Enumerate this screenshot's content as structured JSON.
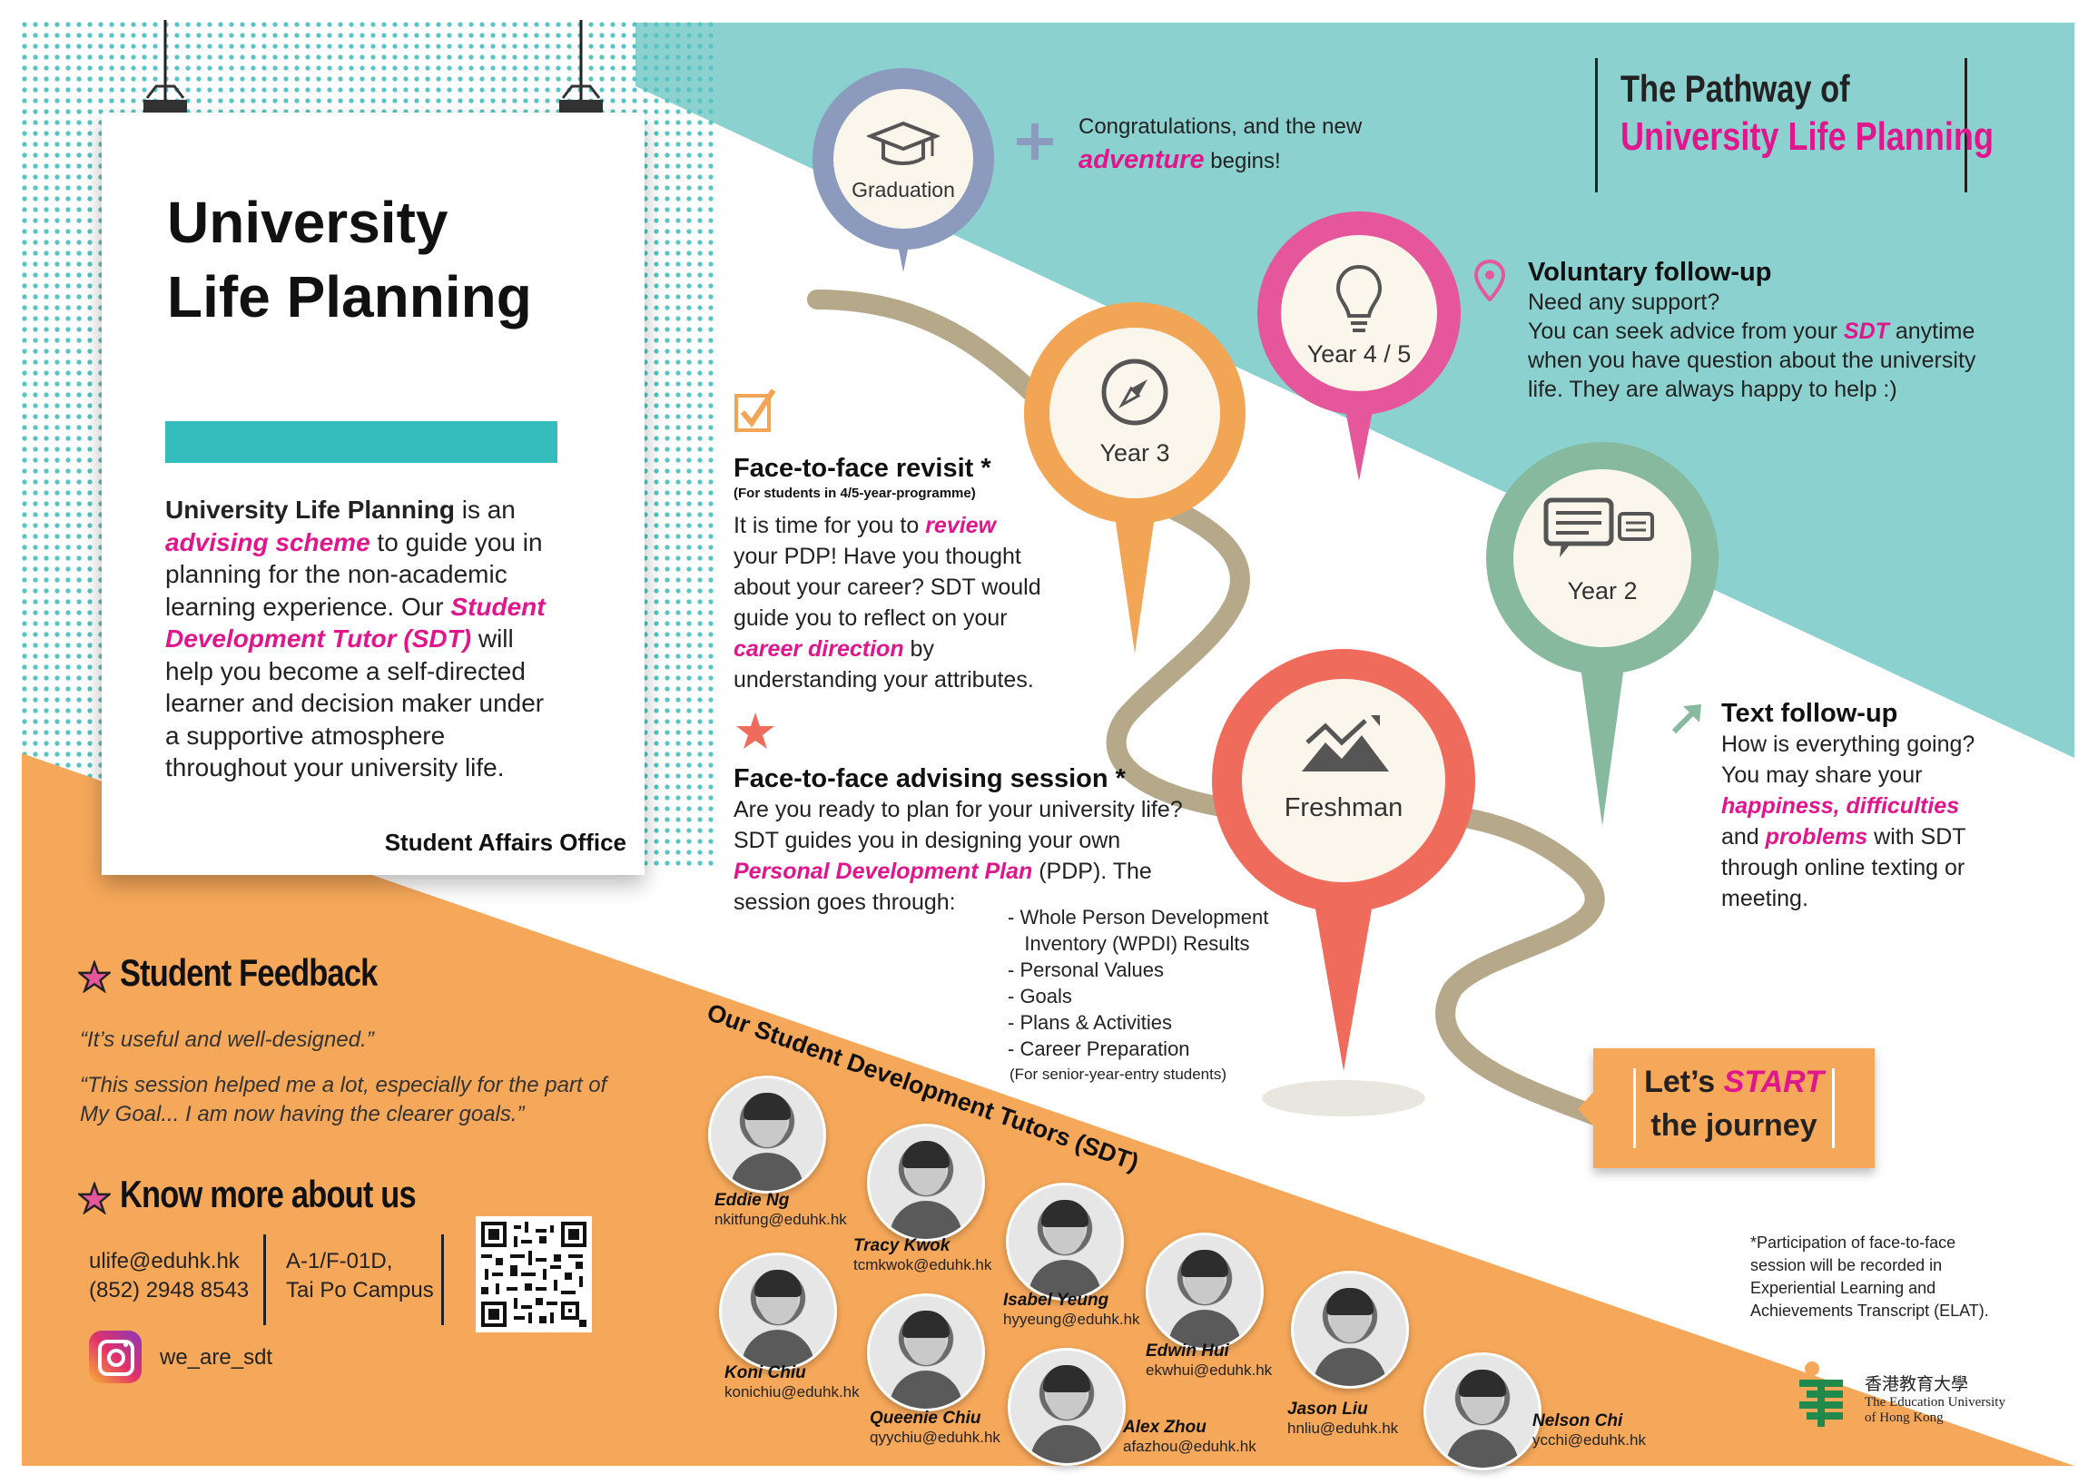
{
  "poster": {
    "title": "University Life Planning",
    "intro_bold": "University Life Planning",
    "intro_1": " is an ",
    "intro_hl1": "advising scheme",
    "intro_2": " to guide you in planning for the non-academic learning experience. Our ",
    "intro_hl2": "Student Development Tutor (SDT)",
    "intro_3": " will help you become a self-directed learner and decision maker under a supportive atmosphere throughout your university life.",
    "office": "Student Affairs Office"
  },
  "header": {
    "line1": "The Pathway of",
    "line2": "University Life Planning"
  },
  "pins": {
    "graduation": "Graduation",
    "year45": "Year 4 / 5",
    "year3": "Year 3",
    "year2": "Year 2",
    "freshman": "Freshman"
  },
  "congrats": {
    "line1": "Congratulations, and the new",
    "hl": "adventure",
    "line2_rest": " begins!"
  },
  "voluntary": {
    "title": "Voluntary follow-up",
    "line1": "Need any support?",
    "line2a": "You can seek advice from your ",
    "line2hl": "SDT",
    "line2b": " anytime",
    "line3": "when you have question about the university",
    "line4": "life. They are always happy to help :)"
  },
  "revisit": {
    "title": "Face-to-face revisit *",
    "subtitle": "(For students in 4/5-year-programme)",
    "l1a": "It is time for you to ",
    "l1hl": "review",
    "l2": "your PDP! Have you thought",
    "l3": "about your career? SDT would",
    "l4": "guide you to reflect on your",
    "l5hl": "career direction",
    "l5b": " by",
    "l6": "understanding your attributes."
  },
  "advising": {
    "title": "Face-to-face advising session *",
    "l1": "Are you ready to plan for your university life?",
    "l2": "SDT guides you in designing your own",
    "l3hl": "Personal Development Plan",
    "l3b": " (PDP). The",
    "l4": "session goes through:",
    "items": [
      "- Whole Person Development",
      "   Inventory (WPDI) Results",
      "- Personal Values",
      "- Goals",
      "- Plans & Activities",
      "- Career Preparation"
    ],
    "note": "(For senior-year-entry students)"
  },
  "text_followup": {
    "title": "Text follow-up",
    "l1": "How is everything going?",
    "l2": "You may share your",
    "l3hl": "happiness, difficulties",
    "l4a": "and ",
    "l4hl": "problems",
    "l4b": " with SDT",
    "l5": "through online texting or",
    "l6": "meeting."
  },
  "start": {
    "lets": "Let’s ",
    "start": "START",
    "journey": "the journey"
  },
  "footnote": {
    "l1": "*Participation of face-to-face",
    "l2": "session will be recorded in",
    "l3": "Experiential Learning and",
    "l4": "Achievements Transcript (ELAT)."
  },
  "feedback": {
    "title": "Student Feedback",
    "q1": "“It’s useful and well-designed.”",
    "q2a": "“This session helped me a lot, especially for the part of",
    "q2b": "My Goal... I am now having the clearer goals.”"
  },
  "about": {
    "title": "Know more about us",
    "email": "ulife@eduhk.hk",
    "phone": "(852) 2948 8543",
    "room": "A-1/F-01D,",
    "campus": "Tai Po Campus",
    "instagram": "we_are_sdt"
  },
  "tutors_title": "Our Student Development Tutors (SDT)",
  "tutors": [
    {
      "name": "Eddie Ng",
      "email": "nkitfung@eduhk.hk"
    },
    {
      "name": "Tracy Kwok",
      "email": "tcmkwok@eduhk.hk"
    },
    {
      "name": "Isabel Yeung",
      "email": "hyyeung@eduhk.hk"
    },
    {
      "name": "Koni Chiu",
      "email": "konichiu@eduhk.hk"
    },
    {
      "name": "Queenie Chiu",
      "email": "qyychiu@eduhk.hk"
    },
    {
      "name": "Edwin Hui",
      "email": "ekwhui@eduhk.hk"
    },
    {
      "name": "Alex Zhou",
      "email": "afazhou@eduhk.hk"
    },
    {
      "name": "Jason Liu",
      "email": "hnliu@eduhk.hk"
    },
    {
      "name": "Nelson Chi",
      "email": "ycchi@eduhk.hk"
    }
  ],
  "university": {
    "chinese": "香港教育大學",
    "line1": "The Education University",
    "line2": "of Hong Kong"
  },
  "colors": {
    "teal": "#8ad1cf",
    "orange": "#f6a85a",
    "magenta": "#e0168c",
    "pin_graduation": "#8c9bbd",
    "pin_year45": "#e5579a",
    "pin_year3": "#f3a556",
    "pin_year2": "#86b99d",
    "pin_freshman": "#ef6b5b"
  }
}
